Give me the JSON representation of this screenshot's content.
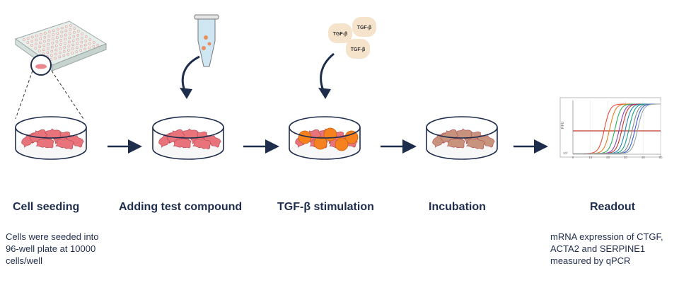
{
  "steps": [
    {
      "title": "Cell seeding"
    },
    {
      "title": "Adding test compound"
    },
    {
      "title": "TGF-β stimulation"
    },
    {
      "title": "Incubation"
    },
    {
      "title": "Readout"
    }
  ],
  "descriptions": {
    "seeding": [
      "Cells were seeded into",
      "96-well plate at 10000",
      "cells/well"
    ],
    "readout": [
      "mRNA expression of CTGF,",
      "ACTA2 and SERPINE1",
      "measured by qPCR"
    ]
  },
  "tgf_label": "TGF-β",
  "qpcr": {
    "ylabel": "RFU",
    "y_tick": "10³",
    "x_ticks": [
      "0",
      "10",
      "20",
      "30",
      "40",
      "50"
    ]
  },
  "colors": {
    "title": "#1f2d4d",
    "arrow": "#1f2d4d",
    "cell": "#e8737a",
    "cell_incubated": "#c8937c",
    "tgf_bead": "#f5e3cc",
    "stimulus": "#f5821f",
    "threshold": "#c0392b"
  }
}
